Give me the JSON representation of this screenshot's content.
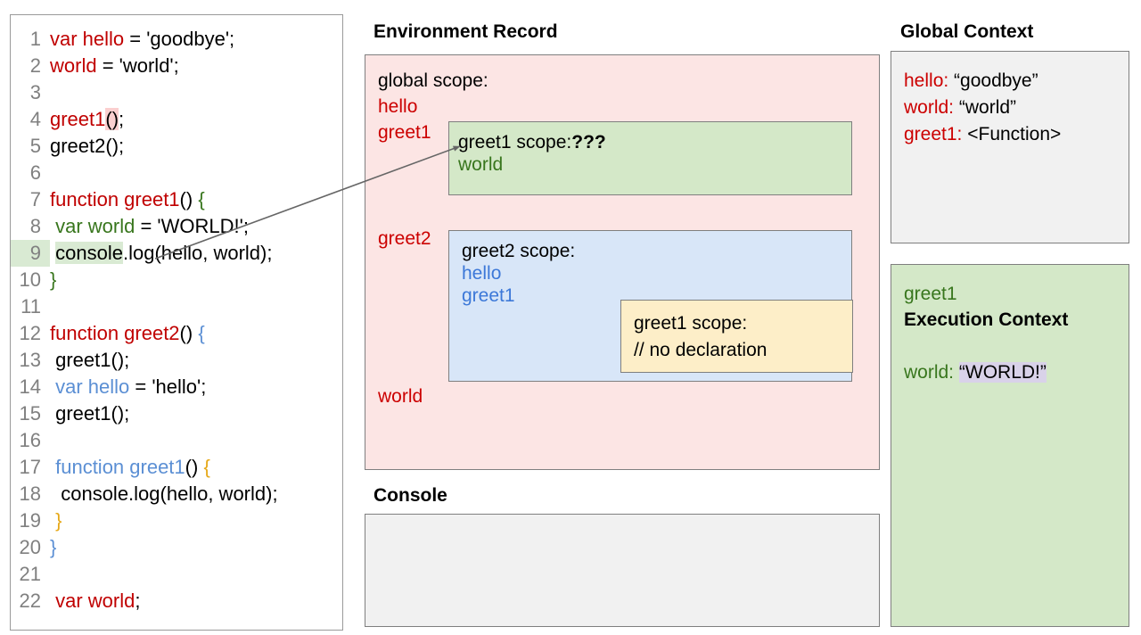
{
  "code_panel": {
    "lines": [
      {
        "n": "1",
        "tokens": [
          {
            "t": "var hello",
            "c": "tk-red"
          },
          {
            "t": " = 'goodbye';",
            "c": "tk-black"
          }
        ]
      },
      {
        "n": "2",
        "tokens": [
          {
            "t": "world",
            "c": "tk-red"
          },
          {
            "t": " = 'world';",
            "c": "tk-black"
          }
        ]
      },
      {
        "n": "3",
        "tokens": []
      },
      {
        "n": "4",
        "tokens": [
          {
            "t": "greet1",
            "c": "tk-red"
          },
          {
            "t": "()",
            "c": "tk-black",
            "hl": "hl-pink"
          },
          {
            "t": ";",
            "c": "tk-black"
          }
        ]
      },
      {
        "n": "5",
        "tokens": [
          {
            "t": "greet2();",
            "c": "tk-black"
          }
        ]
      },
      {
        "n": "6",
        "tokens": []
      },
      {
        "n": "7",
        "tokens": [
          {
            "t": "function greet1",
            "c": "tk-red"
          },
          {
            "t": "() ",
            "c": "tk-black"
          },
          {
            "t": "{",
            "c": "tk-green"
          }
        ]
      },
      {
        "n": "8",
        "tokens": [
          {
            "t": " var world",
            "c": "tk-green"
          },
          {
            "t": " = 'WORLD!';",
            "c": "tk-black"
          }
        ]
      },
      {
        "n": "9",
        "lnhl": "hl-green",
        "tokens": [
          {
            "t": " ",
            "c": "tk-black"
          },
          {
            "t": "console",
            "c": "tk-black",
            "hl": "hl-green"
          },
          {
            "t": ".log(hello, world);",
            "c": "tk-black"
          }
        ]
      },
      {
        "n": "10",
        "tokens": [
          {
            "t": "}",
            "c": "tk-green"
          }
        ]
      },
      {
        "n": "11",
        "tokens": []
      },
      {
        "n": "12",
        "tokens": [
          {
            "t": "function greet2",
            "c": "tk-red"
          },
          {
            "t": "() ",
            "c": "tk-black"
          },
          {
            "t": "{",
            "c": "tk-blue"
          }
        ]
      },
      {
        "n": "13",
        "tokens": [
          {
            "t": " greet1();",
            "c": "tk-black"
          }
        ]
      },
      {
        "n": "14",
        "tokens": [
          {
            "t": " var hello",
            "c": "tk-blue"
          },
          {
            "t": " = 'hello';",
            "c": "tk-black"
          }
        ]
      },
      {
        "n": "15",
        "tokens": [
          {
            "t": " greet1();",
            "c": "tk-black"
          }
        ]
      },
      {
        "n": "16",
        "tokens": []
      },
      {
        "n": "17",
        "tokens": [
          {
            "t": " function greet1",
            "c": "tk-blue"
          },
          {
            "t": "() ",
            "c": "tk-black"
          },
          {
            "t": "{",
            "c": "tk-gold"
          }
        ]
      },
      {
        "n": "18",
        "tokens": [
          {
            "t": "  console.log(hello, world);",
            "c": "tk-black"
          }
        ]
      },
      {
        "n": "19",
        "tokens": [
          {
            "t": " }",
            "c": "tk-gold"
          }
        ]
      },
      {
        "n": "20",
        "tokens": [
          {
            "t": "}",
            "c": "tk-blue"
          }
        ]
      },
      {
        "n": "21",
        "tokens": []
      },
      {
        "n": "22",
        "tokens": [
          {
            "t": " var world",
            "c": "tk-red"
          },
          {
            "t": ";",
            "c": "tk-black"
          }
        ]
      }
    ]
  },
  "environment_record": {
    "title": "Environment Record",
    "global_scope_label": "global scope:",
    "global_vars": [
      "hello",
      "greet1",
      "greet2",
      "world"
    ],
    "greet1_scope": {
      "head_label": "greet1 scope:",
      "head_value": "???",
      "items": [
        "world"
      ]
    },
    "greet2_scope": {
      "head_label": "greet2 scope:",
      "items": [
        "hello",
        "greet1"
      ],
      "inner": {
        "head_label": "greet1 scope:",
        "note": "// no declaration"
      }
    }
  },
  "console": {
    "title": "Console",
    "output": ""
  },
  "global_context": {
    "title": "Global Context",
    "entries": [
      {
        "key": "hello:",
        "value": " “goodbye”"
      },
      {
        "key": "world:",
        "value": " “world”"
      },
      {
        "key": "greet1:",
        "value": " <Function>"
      }
    ]
  },
  "execution_context": {
    "function_name": "greet1",
    "heading": "Execution Context",
    "var_key": "world:",
    "var_value": "“WORLD!”"
  },
  "colors": {
    "env_record_bg": "#fce5e4",
    "greet1_scope_bg": "#d4e8c8",
    "greet2_scope_bg": "#d8e6f8",
    "inner_scope_bg": "#fdeec8",
    "panel_gray_bg": "#f1f1f1",
    "red_token": "#cc0000",
    "green_token": "#38761d",
    "blue_token": "#5b8fd4",
    "gold_token": "#e6a817",
    "highlight_purple": "#d9d2e9",
    "border": "#7f7f7f"
  }
}
